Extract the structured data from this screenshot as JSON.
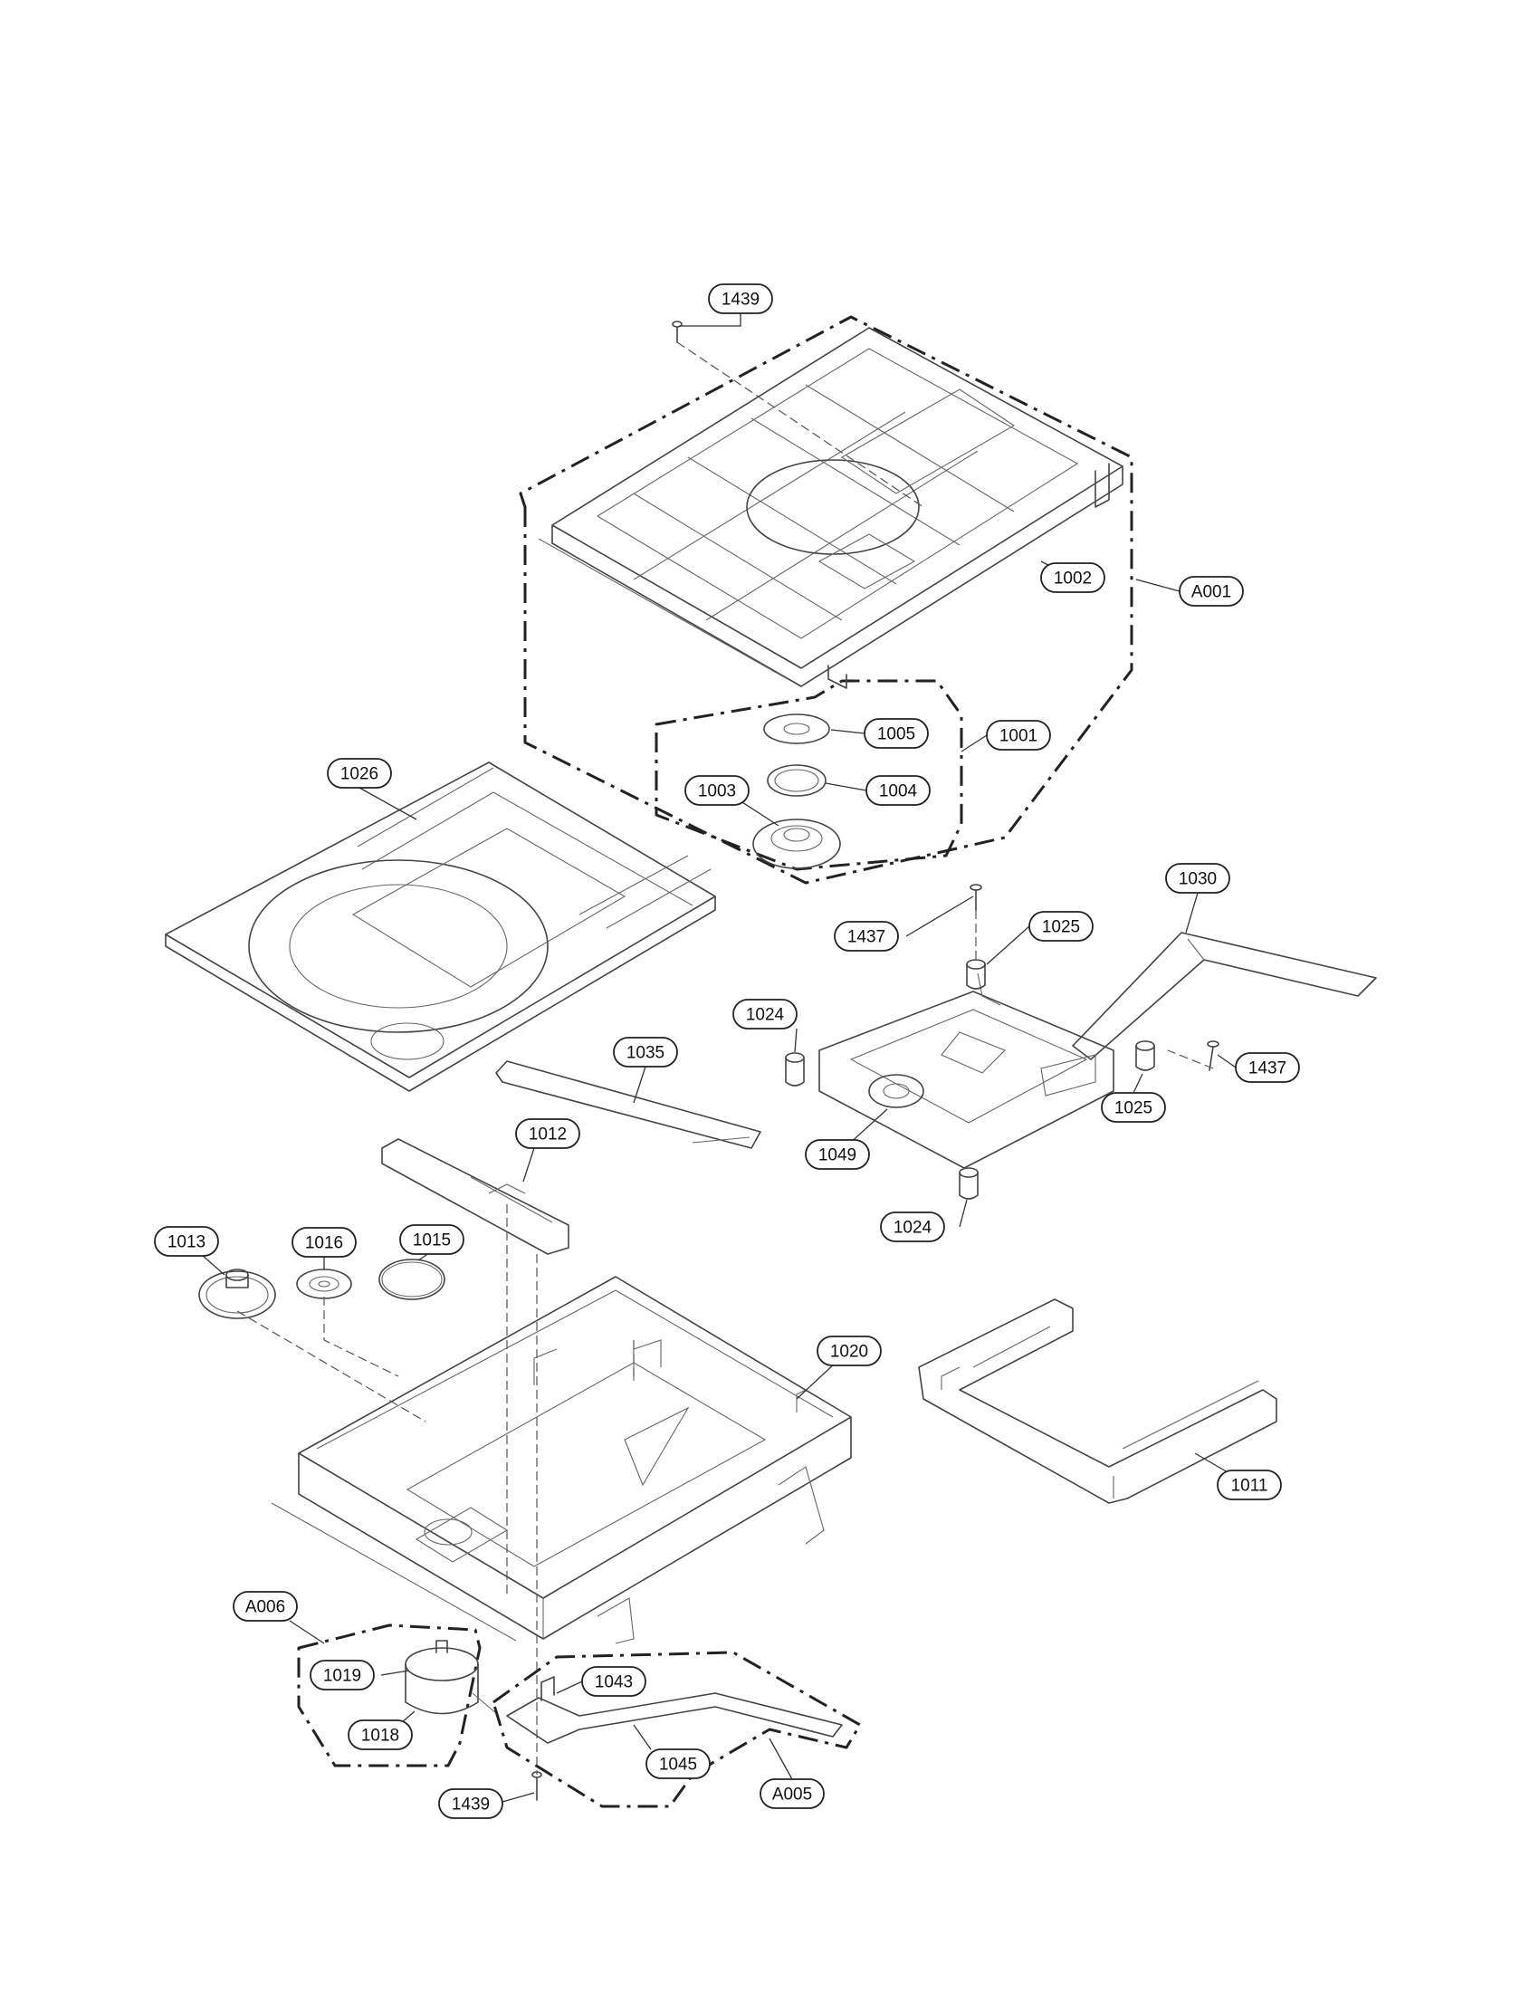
{
  "callouts": {
    "c1439_top": "1439",
    "c1002": "1002",
    "cA001": "A001",
    "c1005": "1005",
    "c1001": "1001",
    "c1004": "1004",
    "c1003": "1003",
    "c1026": "1026",
    "c1030": "1030",
    "c1437_left": "1437",
    "c1025_top": "1025",
    "c1024_top": "1024",
    "c1035": "1035",
    "c1437_right": "1437",
    "c1025_bottom": "1025",
    "c1049": "1049",
    "c1012": "1012",
    "c1024_bottom": "1024",
    "c1013": "1013",
    "c1016": "1016",
    "c1015": "1015",
    "c1020": "1020",
    "c1011": "1011",
    "cA006": "A006",
    "c1019": "1019",
    "c1043": "1043",
    "c1018": "1018",
    "c1045": "1045",
    "cA005": "A005",
    "c1439_bottom": "1439"
  }
}
